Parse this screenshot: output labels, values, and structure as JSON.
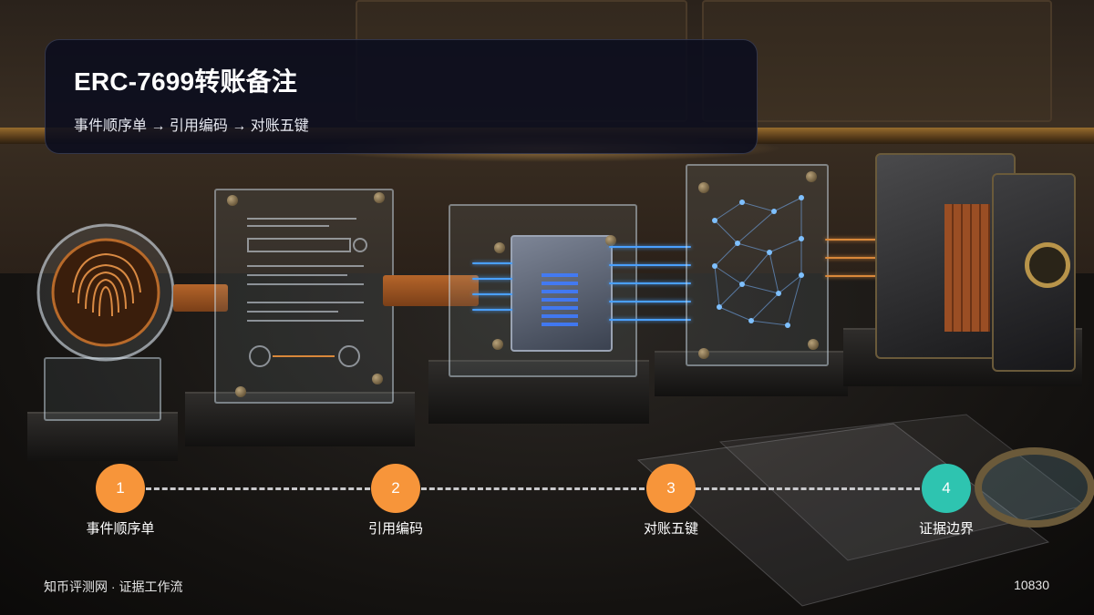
{
  "header": {
    "title": "ERC-7699转账备注",
    "subtitle": "事件顺序单 → 引用编码 → 对账五键"
  },
  "steps": [
    {
      "number": "1",
      "label": "事件顺序单",
      "color": "#f7953a"
    },
    {
      "number": "2",
      "label": "引用编码",
      "color": "#f7953a"
    },
    {
      "number": "3",
      "label": "对账五键",
      "color": "#f7953a"
    },
    {
      "number": "4",
      "label": "证据边界",
      "color": "#2ec4b0"
    }
  ],
  "footer": {
    "brand": "知币评测网 · 证据工作流",
    "page_number": "10830"
  },
  "icons": [
    "fingerprint-icon",
    "document-icon",
    "cube-icon",
    "network-icon",
    "safe-icon"
  ]
}
